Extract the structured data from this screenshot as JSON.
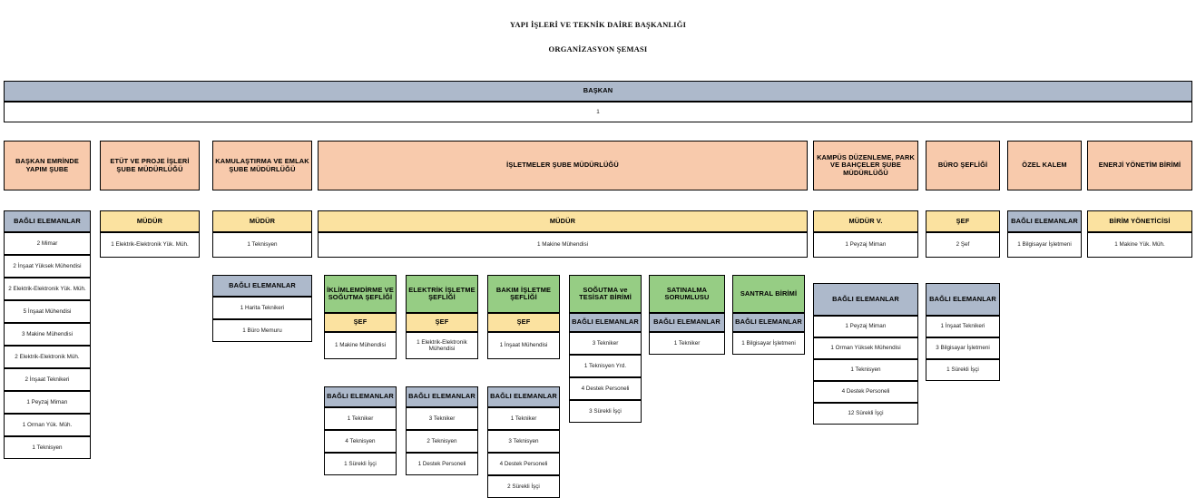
{
  "titles": {
    "main": "YAPI İŞLERİ VE TEKNİK DAİRE BAŞKANLIĞI",
    "sub": "ORGANİZASYON ŞEMASI"
  },
  "colors": {
    "blue": "#adb9cb",
    "orange": "#f8caac",
    "yellow": "#fbe2a0",
    "green": "#96cd84",
    "white": "#ffffff",
    "border": "#000000"
  },
  "top": {
    "header": "BAŞKAN",
    "count": "1"
  },
  "departments": [
    {
      "name": "BAŞKAN EMRİNDE YAPIM ŞUBE"
    },
    {
      "name": "ETÜT VE PROJE İŞLERİ ŞUBE MÜDÜRLÜĞÜ"
    },
    {
      "name": "KAMULAŞTIRMA VE EMLAK ŞUBE MÜDÜRLÜĞÜ"
    },
    {
      "name": "İŞLETMELER ŞUBE MÜDÜRLÜĞÜ"
    },
    {
      "name": "KAMPÜS DÜZENLEME, PARK VE BAHÇELER ŞUBE MÜDÜRLÜĞÜ"
    },
    {
      "name": "BÜRO ŞEFLİĞİ"
    },
    {
      "name": "ÖZEL KALEM"
    },
    {
      "name": "ENERJİ YÖNETİM BİRİMİ"
    }
  ],
  "roleRow": [
    {
      "title": "BAĞLI ELEMANLAR",
      "style": "blue",
      "value": ""
    },
    {
      "title": "MÜDÜR",
      "style": "yellow",
      "value": "1 Elektrik-Elektronik Yük. Müh."
    },
    {
      "title": "MÜDÜR",
      "style": "yellow",
      "value": "1 Teknisyen"
    },
    {
      "title": "MÜDÜR",
      "style": "yellow",
      "value": "1 Makine Mühendisi"
    },
    {
      "title": "MÜDÜR V.",
      "style": "yellow",
      "value": "1 Peyzaj Mimarı"
    },
    {
      "title": "ŞEF",
      "style": "yellow",
      "value": "2 Şef"
    },
    {
      "title": "BAĞLI ELEMANLAR",
      "style": "blue",
      "value": "1 Bilgisayar İşletmeni"
    },
    {
      "title": "BİRİM YÖNETİCİSİ",
      "style": "yellow",
      "value": "1 Makine Yük. Müh."
    }
  ],
  "yapimSubeList": {
    "header": "BAĞLI ELEMANLAR",
    "items": [
      "2 Mimar",
      "2 İnşaat Yüksek Mühendisi",
      "2 Elektrik-Elektronik Yük. Müh.",
      "5 İnşaat Mühendisi",
      "3 Makine Mühendisi",
      "2 Elektrik-Elektronik Müh.",
      "2 İnşaat Teknikeri",
      "1 Peyzaj Mimarı",
      "1 Orman Yük. Müh.",
      "1 Teknisyen"
    ]
  },
  "etutBagliList": {
    "header": "BAĞLI ELEMANLAR",
    "items": [
      "1 Harita Teknikeri",
      "1 Büro Memuru"
    ]
  },
  "isletmelerUnits": [
    {
      "name": "İKLİMLEMDİRME VE SOĞUTMA  ŞEFLİĞİ",
      "role": "ŞEF",
      "roleValue": "1 Makine Mühendisi",
      "subHeader": "BAĞLI ELEMANLAR",
      "subItems": [
        "1 Tekniker",
        "4 Teknisyen",
        "1 Sürekli İşçi"
      ]
    },
    {
      "name": "ELEKTRİK İŞLETME ŞEFLİĞİ",
      "role": "ŞEF",
      "roleValue": "1 Elektrik-Elektronik Mühendisi",
      "subHeader": "BAĞLI ELEMANLAR",
      "subItems": [
        "3 Tekniker",
        "2 Teknisyen",
        "1 Destek Personeli"
      ]
    },
    {
      "name": "BAKIM İŞLETME ŞEFLİĞİ",
      "role": "ŞEF",
      "roleValue": "1 İnşaat Mühendisi",
      "subHeader": "BAĞLI ELEMANLAR",
      "subItems": [
        "1 Tekniker",
        "3 Teknisyen",
        "4 Destek Personeli",
        "2 Sürekli İşçi"
      ]
    },
    {
      "name": "SOĞUTMA ve TESİSAT BİRİMİ",
      "role": "BAĞLI ELEMANLAR",
      "roleStyle": "blue",
      "items": [
        "3 Tekniker",
        "1 Teknisyen Yrd.",
        "4 Destek Personeli",
        "3 Sürekli İşçi"
      ]
    },
    {
      "name": "SATINALMA SORUMLUSU",
      "role": "BAĞLI ELEMANLAR",
      "roleStyle": "blue",
      "items": [
        "1 Tekniker"
      ]
    },
    {
      "name": "SANTRAL BİRİMİ",
      "role": "BAĞLI ELEMANLAR",
      "roleStyle": "blue",
      "items": [
        "1 Bilgisayar İşletmeni"
      ]
    }
  ],
  "kampusList": {
    "header": "BAĞLI ELEMANLAR",
    "items": [
      "1 Peyzaj Mimarı",
      "1 Orman Yüksek Mühendisi",
      "1 Teknisyen",
      "4 Destek Personeli",
      "12 Sürekli İşçi"
    ]
  },
  "buroList": {
    "header": "BAĞLI ELEMANLAR",
    "items": [
      "1 İnşaat Teknikeri",
      "3 Bilgisayar İşletmeni",
      "1 Sürekli İşçi"
    ]
  }
}
